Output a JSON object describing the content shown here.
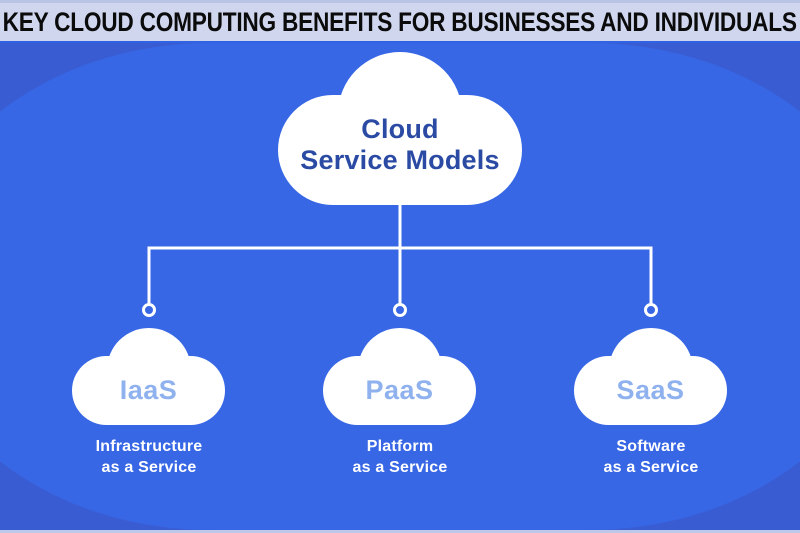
{
  "banner": {
    "title": "KEY CLOUD COMPUTING BENEFITS FOR BUSINESSES AND INDIVIDUALS"
  },
  "diagram": {
    "root": {
      "title_line1": "Cloud",
      "title_line2": "Service Models"
    },
    "models": [
      {
        "acronym": "IaaS",
        "name_line1": "Infrastructure",
        "name_line2": "as a Service"
      },
      {
        "acronym": "PaaS",
        "name_line1": "Platform",
        "name_line2": "as a Service"
      },
      {
        "acronym": "SaaS",
        "name_line1": "Software",
        "name_line2": "as a Service"
      }
    ]
  },
  "colors": {
    "background_outer": "#3a5cd2",
    "background_panel": "#3767e5",
    "banner_background": "#cfd6ee",
    "banner_text": "#0b0b0b",
    "root_title_text": "#2b4aa3",
    "acronym_text": "#8fb2ef",
    "label_text": "#ffffff",
    "cloud_fill": "#ffffff",
    "connector_line": "#ffffff"
  }
}
